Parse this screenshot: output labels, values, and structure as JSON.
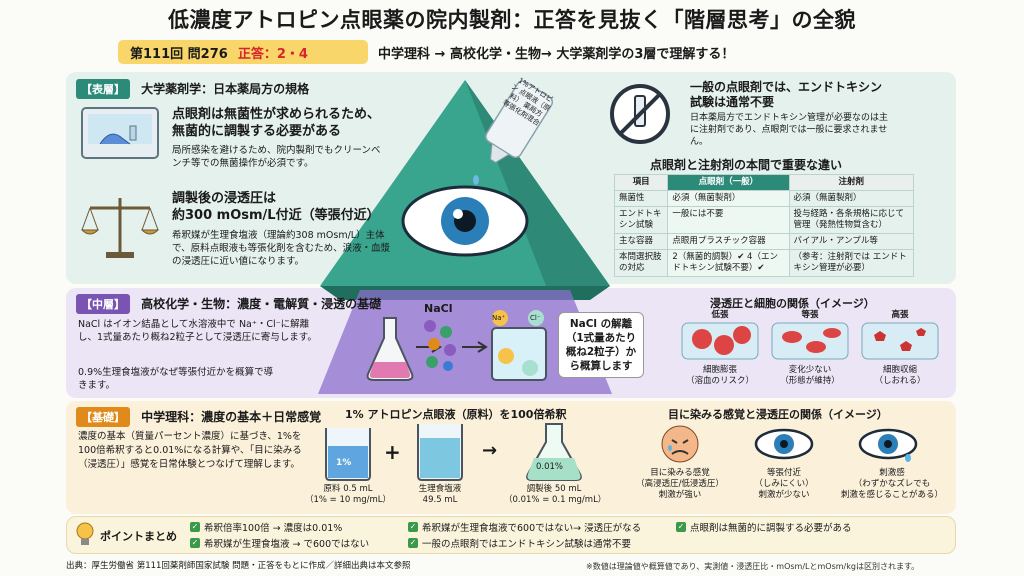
{
  "title": "低濃度アトロピン点眼薬の院内製剤：正答を見抜く「階層思考」の全貌",
  "exam": {
    "number": "第111回 問276",
    "answer": "正答：2・4"
  },
  "subtitle": "中学理科 → 高校化学・生物→ 大学薬剤学の3層で理解する！",
  "bottle_text": "1%アトロピン 点眼液（原料） 薬局方 等張化剤混合",
  "surface": {
    "tag": "【表層】",
    "heading": "大学薬剤学：日本薬局方の規格",
    "sterile_title": "点眼剤は無菌性が求められるため、無菌的に調製する必要がある",
    "sterile_text": "局所感染を避けるため、院内製剤でもクリーンベンチ等での無菌操作が必須です。",
    "osmo_title1": "調製後の浸透圧は",
    "osmo_title2": "約300 mOsm/L付近（等張付近）",
    "osmo_text": "希釈媒が生理食塩液（理論約308 mOsm/L）主体で、原料点眼液も等張化剤を含むため、涙液・血漿の浸透圧に近い値になります。",
    "endo_title": "一般の点眼剤では、エンドトキシン試験は通常不要",
    "endo_text": "日本薬局方でエンドトキシン管理が必要なのは主に注射剤であり、点眼剤では一般に要求されません。",
    "table_title": "点眼剤と注射剤の本間で重要な違い",
    "table_headers": [
      "項目",
      "点眼剤（一般）",
      "注射剤"
    ],
    "table_rows": [
      [
        "無菌性",
        "必須（無菌製剤）",
        "必須（無菌製剤）"
      ],
      [
        "エンドトキシン試験",
        "一般には不要",
        "投与経路・各条規格に応じて管理（発熱性物質含む）"
      ],
      [
        "主な容器",
        "点眼用プラスチック容器",
        "バイアル・アンプル等"
      ],
      [
        "本問選択肢の対応",
        "2（無菌的調製）✔ 4（エンドトキシン試験不要）✔",
        "（参考：注射剤では エンドトキシン管理が必要）"
      ]
    ]
  },
  "middle": {
    "tag": "【中層】",
    "heading": "高校化学・生物：濃度・電解質・浸透の基礎",
    "text1": "NaCl はイオン結晶として水溶液中で Na⁺・Cl⁻に解離し、1式量あたり概ね2粒子として浸透圧に寄与します。",
    "text2": "0.9%生理食塩液がなぜ等張付近かを概算で導きます。",
    "nacl_label": "NaCl",
    "ion_na": "Na⁺",
    "ion_cl": "Cl⁻",
    "bubble": "NaCl の解離（1式量あたり概ね2粒子）から概算します",
    "cells_title": "浸透圧と細胞の関係（イメージ）",
    "cells": [
      {
        "label": "低張",
        "cap1": "細胞膨張",
        "cap2": "（溶血のリスク）"
      },
      {
        "label": "等張",
        "cap1": "変化少ない",
        "cap2": "（形態が維持）"
      },
      {
        "label": "高張",
        "cap1": "細胞収縮",
        "cap2": "（しおれる）"
      }
    ]
  },
  "base": {
    "tag": "【基礎】",
    "heading": "中学理科：濃度の基本＋日常感覚",
    "text": "濃度の基本（質量パーセント濃度）に基づき、1%を100倍希釈すると0.01%になる計算や、「目に染みる（浸透圧）」感覚を日常体験とつなげて理解します。",
    "dilution_title": "1% アトロピン点眼液（原料）を100倍希釈",
    "beaker1_text": "1%",
    "beaker1_cap1": "原料 0.5 mL",
    "beaker1_cap2": "（1% = 10 mg/mL）",
    "beaker2_cap1": "生理食塩液",
    "beaker2_cap2": "49.5 mL",
    "beaker3_text": "0.01%",
    "beaker3_cap1": "調製後 50 mL",
    "beaker3_cap2": "（0.01% = 0.1 mg/mL）",
    "plus": "+",
    "arrow": "→",
    "eyes_title": "目に染みる感覚と浸透圧の関係（イメージ）",
    "eyes": [
      {
        "cap1": "目に染みる感覚",
        "cap2": "（高浸透圧/低浸透圧）",
        "cap3": "刺激が強い"
      },
      {
        "cap1": "等張付近",
        "cap2": "（しみにくい）",
        "cap3": "刺激が少ない"
      },
      {
        "cap1": "刺激感",
        "cap2": "（わずかなズレでも",
        "cap3": "刺激を感じることがある）"
      }
    ]
  },
  "summary": {
    "label": "ポイントまとめ",
    "items": [
      "希釈倍率100倍 → 濃度は0.01%",
      "希釈媒が生理食塩液 → で600ではない",
      "希釈媒が生理食塩液で600ではない→ 浸透圧がなる",
      "一般の点眼剤ではエンドトキシン試験は通常不要",
      "点眼剤は無菌的に調製する必要がある"
    ]
  },
  "footer": "出典：厚生労働省 第111回薬剤師国家試験 問題・正答をもとに作成／詳細出典は本文参照",
  "footnote": "※数値は理論値や概算値であり、実測値・浸透圧比・mOsm/LとmOsm/kgは区別されます。",
  "colors": {
    "teal": "#2b8a78",
    "purple": "#7a54b3",
    "orange": "#e08a1b",
    "answer": "#d6262b"
  }
}
